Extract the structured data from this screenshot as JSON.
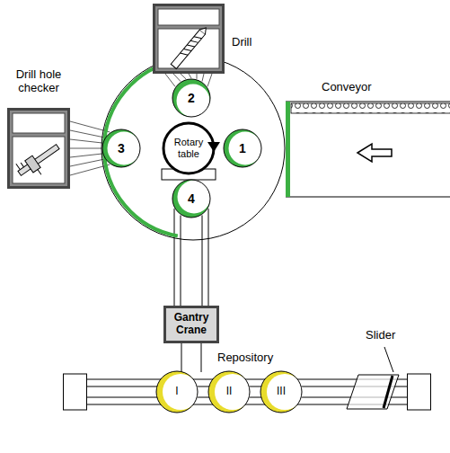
{
  "diagram": {
    "nodes": [
      {
        "text": [
          "Rotary table"
        ]
      },
      {
        "text": [
          "1"
        ],
        "in": 0
      },
      {
        "text": [
          "2"
        ],
        "in": 0
      },
      {
        "text": [
          "3"
        ],
        "in": 0
      },
      {
        "text": [
          "4"
        ],
        "in": 0
      },
      {
        "text": [
          "Drill"
        ]
      },
      {
        "text": [
          "Drill hole checker"
        ]
      },
      {
        "text": [
          "Conveyor"
        ]
      },
      {
        "text": [
          "Gantry Crane"
        ]
      },
      {
        "text": [
          "Repository"
        ]
      },
      {
        "text": [
          "I"
        ],
        "in": 9
      },
      {
        "text": [
          "II"
        ],
        "in": 9
      },
      {
        "text": [
          "III"
        ],
        "in": 9
      },
      {
        "text": [
          "Slider"
        ],
        "in": 9
      }
    ],
    "edges": [
      {
        "from": 5,
        "to": 2,
        "arrow": "none"
      },
      {
        "from": 6,
        "to": 3,
        "arrow": "none"
      },
      {
        "from": 8,
        "to": 4,
        "arrow": "none"
      },
      {
        "from": 8,
        "to": 9,
        "arrow": "none"
      }
    ]
  }
}
